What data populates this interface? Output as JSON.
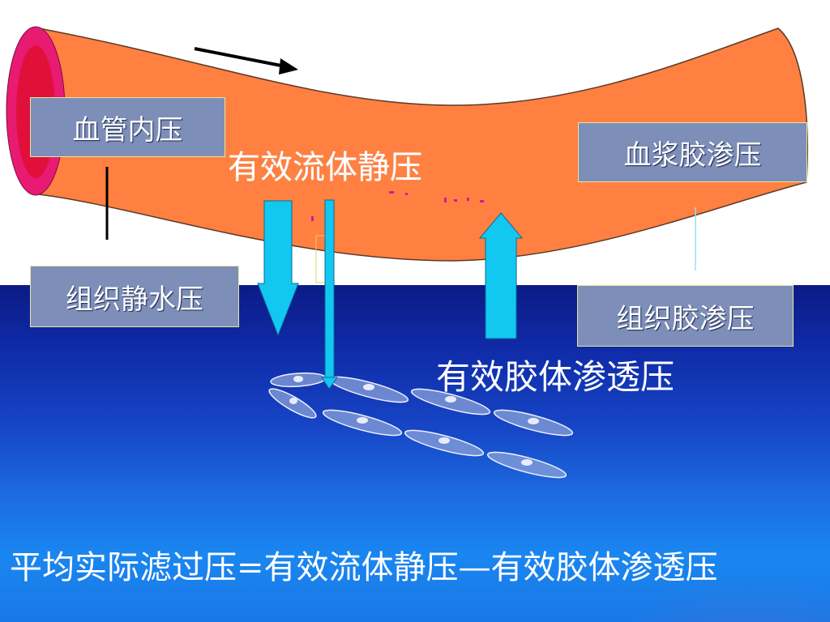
{
  "labels": {
    "intravascular_pressure": "血管内压",
    "effective_hydrostatic_pressure": "有效流体静压",
    "plasma_colloid_osmotic_pressure": "血浆胶渗压",
    "tissue_hydrostatic_pressure": "组织静水压",
    "tissue_colloid_osmotic_pressure": "组织胶渗压",
    "effective_colloid_osmotic_pressure": "有效胶体渗透压"
  },
  "formula": "平均实际滤过压=有效流体静压—有效胶体渗透压",
  "colors": {
    "vessel": "#ff8040",
    "vessel_lumen": "#e0103a",
    "arrow": "#12c8f0",
    "label_box": "#7d8fb8",
    "tissue_top": "#0b1b86",
    "tissue_bottom": "#1a86f0"
  },
  "icons": {
    "flow_direction": "arrow-right-icon",
    "filtration_arrow": "arrow-down-icon",
    "reabsorption_arrow": "arrow-up-icon",
    "tissue_cells": "cell-ellipse-icon"
  }
}
